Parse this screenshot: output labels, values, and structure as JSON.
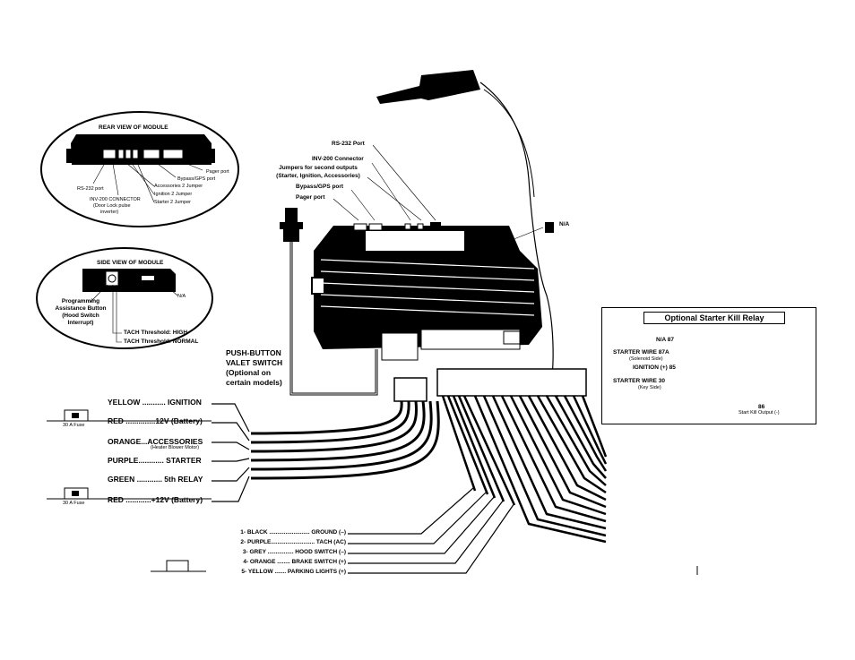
{
  "rear_view": {
    "title": "REAR VIEW OF MODULE",
    "pager_port": "Pager port",
    "bypass_gps_port": "Bypass/GPS port",
    "rs232_port": "RS-232 port",
    "inv200_connector": "INV-200 CONNECTOR",
    "inv200_sub1": "(Door Lock pulse",
    "inv200_sub2": "inverter)",
    "accessories_jumper": "Accessories 2 Jumper",
    "ignition_jumper": "Ignition 2 Jumper",
    "starter_jumper": "Starter 2 Jumper"
  },
  "side_view": {
    "title": "SIDE VIEW OF MODULE",
    "na": "N/A",
    "prog1": "Programming",
    "prog2": "Assistance Button",
    "prog3": "(Hood Switch",
    "prog4": "Interrupt)",
    "tach_high": "TACH Threshold: HIGH",
    "tach_normal": "TACH Threshold: NORMAL"
  },
  "module_labels": {
    "rs232": "RS-232 Port",
    "inv200": "INV-200 Connector",
    "jumpers1": "Jumpers for second outputs",
    "jumpers2": "(Starter, Ignition, Accessories)",
    "bypass": "Bypass/GPS port",
    "pager": "Pager port",
    "na": "N/A",
    "valet1": "PUSH-BUTTON",
    "valet2": "VALET SWITCH",
    "valet3": "(Optional on",
    "valet4": "certain models)"
  },
  "relay": {
    "title": "Optional Starter Kill Relay",
    "na87": "N/A 87",
    "sw87a": "STARTER WIRE 87A",
    "sw87a_sub": "(Solenoid Side)",
    "ign85": "IGNITION (+) 85",
    "sw30": "STARTER WIRE 30",
    "sw30_sub": "(Key Side)",
    "pin86": "86",
    "kill_out": "Start Kill Output (-)"
  },
  "power_wires": [
    {
      "label": "YELLOW ........... IGNITION",
      "color": "#000"
    },
    {
      "label": "RED ..............12V (Battery)",
      "color": "#000"
    },
    {
      "label": "ORANGE...ACCESSORIES",
      "sub": "(Heater Blower Motor)",
      "color": "#000"
    },
    {
      "label": "PURPLE............ STARTER",
      "color": "#000"
    },
    {
      "label": "GREEN ............ 5th RELAY",
      "color": "#000"
    },
    {
      "label": "RED ............+12V (Battery)",
      "color": "#000"
    }
  ],
  "fuses": [
    "30 A Fuse",
    "30 A Fuse"
  ],
  "input_wires": [
    "1- BLACK ......................... GROUND (–)",
    "2- PURPLE........................... TACH (AC)",
    "3- GREY ................ HOOD SWITCH (–)",
    "4- ORANGE ........ BRAKE SWITCH (+)",
    "5- YELLOW ....... PARKING LIGHTS (+)"
  ]
}
